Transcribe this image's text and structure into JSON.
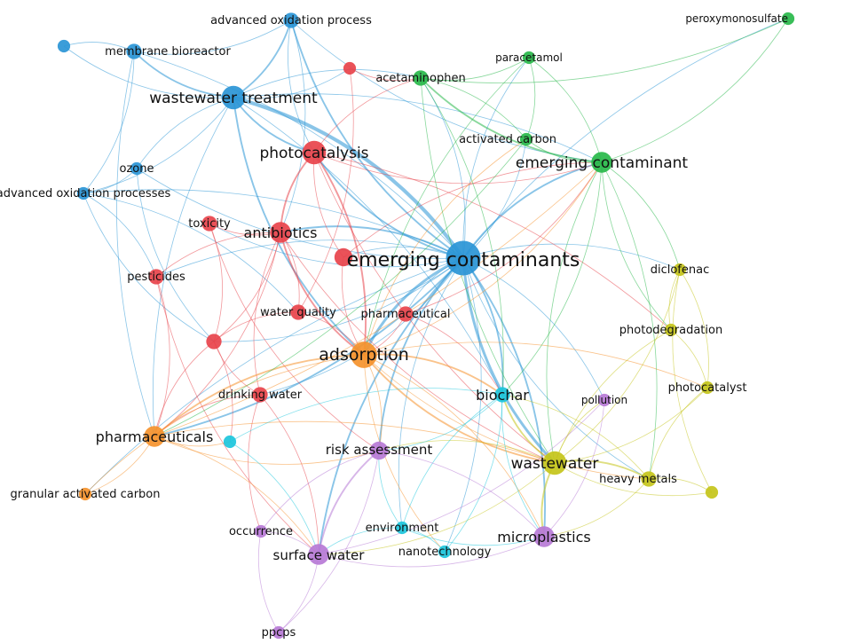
{
  "clusters": {
    "blue": "#2a95d6",
    "red": "#e8434b",
    "green": "#28b84a",
    "orange": "#f5922c",
    "yellow": "#c4c41a",
    "cyan": "#1cc6dc",
    "purple": "#b77ad6"
  },
  "nodes": [
    {
      "id": "emerging-contaminants",
      "label": "emerging contaminants",
      "cluster": "blue",
      "weight": 10
    },
    {
      "id": "wastewater-treatment",
      "label": "wastewater treatment",
      "cluster": "blue",
      "weight": 6
    },
    {
      "id": "advanced-oxidation-process",
      "label": "advanced oxidation process",
      "cluster": "blue",
      "weight": 3
    },
    {
      "id": "membrane-bioreactor",
      "label": "membrane bioreactor",
      "cluster": "blue",
      "weight": 3
    },
    {
      "id": "ozone",
      "label": "ozone",
      "cluster": "blue",
      "weight": 2
    },
    {
      "id": "advanced-oxidation-processes",
      "label": "advanced oxidation processes",
      "cluster": "blue",
      "weight": 2
    },
    {
      "id": "blue-unlabeled",
      "label": "",
      "cluster": "blue",
      "weight": 2
    },
    {
      "id": "photocatalysis",
      "label": "photocatalysis",
      "cluster": "red",
      "weight": 6
    },
    {
      "id": "antibiotics",
      "label": "antibiotics",
      "cluster": "red",
      "weight": 5
    },
    {
      "id": "toxicity",
      "label": "toxicity",
      "cluster": "red",
      "weight": 3
    },
    {
      "id": "pesticides",
      "label": "pesticides",
      "cluster": "red",
      "weight": 3
    },
    {
      "id": "water-quality",
      "label": "water quality",
      "cluster": "red",
      "weight": 3
    },
    {
      "id": "pharmaceutical",
      "label": "pharmaceutical",
      "cluster": "red",
      "weight": 3
    },
    {
      "id": "drinking-water",
      "label": "drinking water",
      "cluster": "red",
      "weight": 3
    },
    {
      "id": "red-unlabeled-a",
      "label": "",
      "cluster": "red",
      "weight": 3
    },
    {
      "id": "red-unlabeled-b",
      "label": "",
      "cluster": "red",
      "weight": 4
    },
    {
      "id": "red-unlabeled-c",
      "label": "",
      "cluster": "red",
      "weight": 2
    },
    {
      "id": "emerging-contaminant",
      "label": "emerging contaminant",
      "cluster": "green",
      "weight": 5
    },
    {
      "id": "acetaminophen",
      "label": "acetaminophen",
      "cluster": "green",
      "weight": 3
    },
    {
      "id": "paracetamol",
      "label": "paracetamol",
      "cluster": "green",
      "weight": 2
    },
    {
      "id": "activated-carbon",
      "label": "activated carbon",
      "cluster": "green",
      "weight": 2
    },
    {
      "id": "peroxymonosulfate",
      "label": "peroxymonosulfate",
      "cluster": "green",
      "weight": 2
    },
    {
      "id": "adsorption",
      "label": "adsorption",
      "cluster": "orange",
      "weight": 7
    },
    {
      "id": "pharmaceuticals",
      "label": "pharmaceuticals",
      "cluster": "orange",
      "weight": 5
    },
    {
      "id": "granular-activated-carbon",
      "label": "granular activated carbon",
      "cluster": "orange",
      "weight": 2
    },
    {
      "id": "wastewater",
      "label": "wastewater",
      "cluster": "yellow",
      "weight": 6
    },
    {
      "id": "diclofenac",
      "label": "diclofenac",
      "cluster": "yellow",
      "weight": 2
    },
    {
      "id": "photodegradation",
      "label": "photodegradation",
      "cluster": "yellow",
      "weight": 2
    },
    {
      "id": "photocatalyst",
      "label": "photocatalyst",
      "cluster": "yellow",
      "weight": 2
    },
    {
      "id": "heavy-metals",
      "label": "heavy metals",
      "cluster": "yellow",
      "weight": 3
    },
    {
      "id": "yellow-unlabeled",
      "label": "",
      "cluster": "yellow",
      "weight": 2
    },
    {
      "id": "biochar",
      "label": "biochar",
      "cluster": "cyan",
      "weight": 3
    },
    {
      "id": "environment",
      "label": "environment",
      "cluster": "cyan",
      "weight": 2
    },
    {
      "id": "nanotechnology",
      "label": "nanotechnology",
      "cluster": "cyan",
      "weight": 2
    },
    {
      "id": "cyan-unlabeled",
      "label": "",
      "cluster": "cyan",
      "weight": 2
    },
    {
      "id": "risk-assessment",
      "label": "risk assessment",
      "cluster": "purple",
      "weight": 4
    },
    {
      "id": "microplastics",
      "label": "microplastics",
      "cluster": "purple",
      "weight": 5
    },
    {
      "id": "surface-water",
      "label": "surface water",
      "cluster": "purple",
      "weight": 5
    },
    {
      "id": "pollution",
      "label": "pollution",
      "cluster": "purple",
      "weight": 2
    },
    {
      "id": "occurrence",
      "label": "occurrence",
      "cluster": "purple",
      "weight": 2
    },
    {
      "id": "ppcps",
      "label": "ppcps",
      "cluster": "purple",
      "weight": 2
    }
  ],
  "edges": [
    [
      "emerging-contaminants",
      "wastewater-treatment",
      4
    ],
    [
      "emerging-contaminants",
      "advanced-oxidation-process",
      2
    ],
    [
      "emerging-contaminants",
      "membrane-bioreactor",
      1
    ],
    [
      "emerging-contaminants",
      "ozone",
      1
    ],
    [
      "emerging-contaminants",
      "advanced-oxidation-processes",
      1
    ],
    [
      "emerging-contaminants",
      "photocatalysis",
      2
    ],
    [
      "emerging-contaminants",
      "antibiotics",
      2
    ],
    [
      "emerging-contaminants",
      "toxicity",
      1
    ],
    [
      "emerging-contaminants",
      "pesticides",
      1
    ],
    [
      "emerging-contaminants",
      "water-quality",
      1
    ],
    [
      "emerging-contaminants",
      "pharmaceutical",
      1
    ],
    [
      "emerging-contaminants",
      "drinking-water",
      1
    ],
    [
      "emerging-contaminants",
      "adsorption",
      3
    ],
    [
      "emerging-contaminants",
      "pharmaceuticals",
      2
    ],
    [
      "emerging-contaminants",
      "granular-activated-carbon",
      1
    ],
    [
      "emerging-contaminants",
      "emerging-contaminant",
      2
    ],
    [
      "emerging-contaminants",
      "acetaminophen",
      1
    ],
    [
      "emerging-contaminants",
      "paracetamol",
      1
    ],
    [
      "emerging-contaminants",
      "activated-carbon",
      1
    ],
    [
      "emerging-contaminants",
      "peroxymonosulfate",
      1
    ],
    [
      "emerging-contaminants",
      "wastewater",
      3
    ],
    [
      "emerging-contaminants",
      "diclofenac",
      1
    ],
    [
      "emerging-contaminants",
      "heavy-metals",
      1
    ],
    [
      "emerging-contaminants",
      "biochar",
      2
    ],
    [
      "emerging-contaminants",
      "environment",
      1
    ],
    [
      "emerging-contaminants",
      "nanotechnology",
      1
    ],
    [
      "emerging-contaminants",
      "risk-assessment",
      2
    ],
    [
      "emerging-contaminants",
      "microplastics",
      2
    ],
    [
      "emerging-contaminants",
      "surface-water",
      2
    ],
    [
      "emerging-contaminants",
      "pollution",
      1
    ],
    [
      "emerging-contaminants",
      "red-unlabeled-b",
      1
    ],
    [
      "emerging-contaminants",
      "red-unlabeled-a",
      1
    ],
    [
      "wastewater-treatment",
      "advanced-oxidation-process",
      2
    ],
    [
      "wastewater-treatment",
      "membrane-bioreactor",
      2
    ],
    [
      "wastewater-treatment",
      "ozone",
      1
    ],
    [
      "wastewater-treatment",
      "advanced-oxidation-processes",
      1
    ],
    [
      "wastewater-treatment",
      "photocatalysis",
      2
    ],
    [
      "wastewater-treatment",
      "acetaminophen",
      1
    ],
    [
      "wastewater-treatment",
      "adsorption",
      2
    ],
    [
      "wastewater-treatment",
      "emerging-contaminant",
      1
    ],
    [
      "wastewater-treatment",
      "pharmaceuticals",
      1
    ],
    [
      "wastewater-treatment",
      "biochar",
      1
    ],
    [
      "wastewater-treatment",
      "red-unlabeled-c",
      1
    ],
    [
      "wastewater-treatment",
      "blue-unlabeled",
      1
    ],
    [
      "advanced-oxidation-process",
      "photocatalysis",
      1
    ],
    [
      "advanced-oxidation-process",
      "antibiotics",
      1
    ],
    [
      "advanced-oxidation-process",
      "emerging-contaminant",
      1
    ],
    [
      "advanced-oxidation-process",
      "membrane-bioreactor",
      1
    ],
    [
      "membrane-bioreactor",
      "blue-unlabeled",
      1
    ],
    [
      "membrane-bioreactor",
      "advanced-oxidation-processes",
      1
    ],
    [
      "membrane-bioreactor",
      "pharmaceuticals",
      1
    ],
    [
      "ozone",
      "advanced-oxidation-processes",
      1
    ],
    [
      "ozone",
      "red-unlabeled-a",
      1
    ],
    [
      "advanced-oxidation-processes",
      "pesticides",
      1
    ],
    [
      "advanced-oxidation-processes",
      "red-unlabeled-a",
      1
    ],
    [
      "advanced-oxidation-processes",
      "water-quality",
      1
    ],
    [
      "photocatalysis",
      "antibiotics",
      2
    ],
    [
      "photocatalysis",
      "adsorption",
      2
    ],
    [
      "photocatalysis",
      "emerging-contaminant",
      1
    ],
    [
      "photocatalysis",
      "acetaminophen",
      1
    ],
    [
      "photocatalysis",
      "wastewater",
      1
    ],
    [
      "photocatalysis",
      "photodegradation",
      1
    ],
    [
      "photocatalysis",
      "red-unlabeled-b",
      1
    ],
    [
      "antibiotics",
      "toxicity",
      1
    ],
    [
      "antibiotics",
      "pesticides",
      1
    ],
    [
      "antibiotics",
      "water-quality",
      1
    ],
    [
      "antibiotics",
      "adsorption",
      2
    ],
    [
      "antibiotics",
      "red-unlabeled-a",
      1
    ],
    [
      "antibiotics",
      "drinking-water",
      1
    ],
    [
      "antibiotics",
      "pharmaceuticals",
      1
    ],
    [
      "antibiotics",
      "wastewater",
      1
    ],
    [
      "toxicity",
      "red-unlabeled-a",
      1
    ],
    [
      "toxicity",
      "risk-assessment",
      1
    ],
    [
      "pesticides",
      "pharmaceuticals",
      1
    ],
    [
      "pesticides",
      "surface-water",
      1
    ],
    [
      "water-quality",
      "adsorption",
      1
    ],
    [
      "water-quality",
      "red-unlabeled-a",
      1
    ],
    [
      "pharmaceutical",
      "adsorption",
      1
    ],
    [
      "pharmaceutical",
      "emerging-contaminant",
      1
    ],
    [
      "pharmaceutical",
      "biochar",
      1
    ],
    [
      "drinking-water",
      "pharmaceuticals",
      1
    ],
    [
      "drinking-water",
      "surface-water",
      1
    ],
    [
      "drinking-water",
      "occurrence",
      1
    ],
    [
      "drinking-water",
      "red-unlabeled-a",
      1
    ],
    [
      "red-unlabeled-a",
      "pharmaceuticals",
      1
    ],
    [
      "red-unlabeled-a",
      "cyan-unlabeled",
      1
    ],
    [
      "red-unlabeled-b",
      "adsorption",
      1
    ],
    [
      "red-unlabeled-b",
      "emerging-contaminant",
      1
    ],
    [
      "red-unlabeled-c",
      "acetaminophen",
      1
    ],
    [
      "red-unlabeled-c",
      "water-quality",
      1
    ],
    [
      "adsorption",
      "pharmaceuticals",
      2
    ],
    [
      "adsorption",
      "biochar",
      2
    ],
    [
      "adsorption",
      "wastewater",
      2
    ],
    [
      "adsorption",
      "activated-carbon",
      1
    ],
    [
      "adsorption",
      "emerging-contaminant",
      1
    ],
    [
      "adsorption",
      "risk-assessment",
      1
    ],
    [
      "adsorption",
      "heavy-metals",
      1
    ],
    [
      "adsorption",
      "photocatalyst",
      1
    ],
    [
      "adsorption",
      "nanotechnology",
      1
    ],
    [
      "adsorption",
      "microplastics",
      1
    ],
    [
      "adsorption",
      "granular-activated-carbon",
      1
    ],
    [
      "pharmaceuticals",
      "granular-activated-carbon",
      1
    ],
    [
      "pharmaceuticals",
      "risk-assessment",
      1
    ],
    [
      "pharmaceuticals",
      "wastewater",
      1
    ],
    [
      "pharmaceuticals",
      "cyan-unlabeled",
      1
    ],
    [
      "pharmaceuticals",
      "surface-water",
      1
    ],
    [
      "pharmaceuticals",
      "emerging-contaminant",
      1
    ],
    [
      "emerging-contaminant",
      "acetaminophen",
      2
    ],
    [
      "emerging-contaminant",
      "paracetamol",
      1
    ],
    [
      "emerging-contaminant",
      "activated-carbon",
      1
    ],
    [
      "emerging-contaminant",
      "peroxymonosulfate",
      1
    ],
    [
      "emerging-contaminant",
      "diclofenac",
      1
    ],
    [
      "emerging-contaminant",
      "photodegradation",
      1
    ],
    [
      "emerging-contaminant",
      "biochar",
      1
    ],
    [
      "emerging-contaminant",
      "wastewater",
      1
    ],
    [
      "emerging-contaminant",
      "heavy-metals",
      1
    ],
    [
      "acetaminophen",
      "paracetamol",
      1
    ],
    [
      "acetaminophen",
      "activated-carbon",
      1
    ],
    [
      "acetaminophen",
      "peroxymonosulfate",
      1
    ],
    [
      "acetaminophen",
      "biochar",
      1
    ],
    [
      "acetaminophen",
      "wastewater",
      1
    ],
    [
      "paracetamol",
      "activated-carbon",
      1
    ],
    [
      "paracetamol",
      "adsorption",
      1
    ],
    [
      "activated-carbon",
      "pharmaceuticals",
      1
    ],
    [
      "wastewater",
      "diclofenac",
      1
    ],
    [
      "wastewater",
      "photodegradation",
      1
    ],
    [
      "wastewater",
      "photocatalyst",
      1
    ],
    [
      "wastewater",
      "heavy-metals",
      2
    ],
    [
      "wastewater",
      "microplastics",
      2
    ],
    [
      "wastewater",
      "biochar",
      2
    ],
    [
      "wastewater",
      "risk-assessment",
      1
    ],
    [
      "wastewater",
      "pollution",
      1
    ],
    [
      "wastewater",
      "yellow-unlabeled",
      1
    ],
    [
      "wastewater",
      "surface-water",
      1
    ],
    [
      "diclofenac",
      "photodegradation",
      1
    ],
    [
      "diclofenac",
      "photocatalyst",
      1
    ],
    [
      "diclofenac",
      "yellow-unlabeled",
      1
    ],
    [
      "photodegradation",
      "photocatalyst",
      1
    ],
    [
      "photocatalyst",
      "heavy-metals",
      1
    ],
    [
      "heavy-metals",
      "yellow-unlabeled",
      1
    ],
    [
      "heavy-metals",
      "biochar",
      1
    ],
    [
      "heavy-metals",
      "microplastics",
      1
    ],
    [
      "biochar",
      "environment",
      1
    ],
    [
      "biochar",
      "nanotechnology",
      1
    ],
    [
      "biochar",
      "cyan-unlabeled",
      1
    ],
    [
      "biochar",
      "risk-assessment",
      1
    ],
    [
      "biochar",
      "microplastics",
      1
    ],
    [
      "environment",
      "nanotechnology",
      1
    ],
    [
      "environment",
      "surface-water",
      1
    ],
    [
      "environment",
      "risk-assessment",
      1
    ],
    [
      "environment",
      "microplastics",
      1
    ],
    [
      "cyan-unlabeled",
      "surface-water",
      1
    ],
    [
      "risk-assessment",
      "surface-water",
      2
    ],
    [
      "risk-assessment",
      "microplastics",
      1
    ],
    [
      "risk-assessment",
      "occurrence",
      1
    ],
    [
      "risk-assessment",
      "ppcps",
      1
    ],
    [
      "microplastics",
      "pollution",
      1
    ],
    [
      "microplastics",
      "surface-water",
      1
    ],
    [
      "surface-water",
      "occurrence",
      1
    ],
    [
      "surface-water",
      "ppcps",
      1
    ],
    [
      "occurrence",
      "ppcps",
      1
    ],
    [
      "pollution",
      "surface-water",
      1
    ]
  ]
}
